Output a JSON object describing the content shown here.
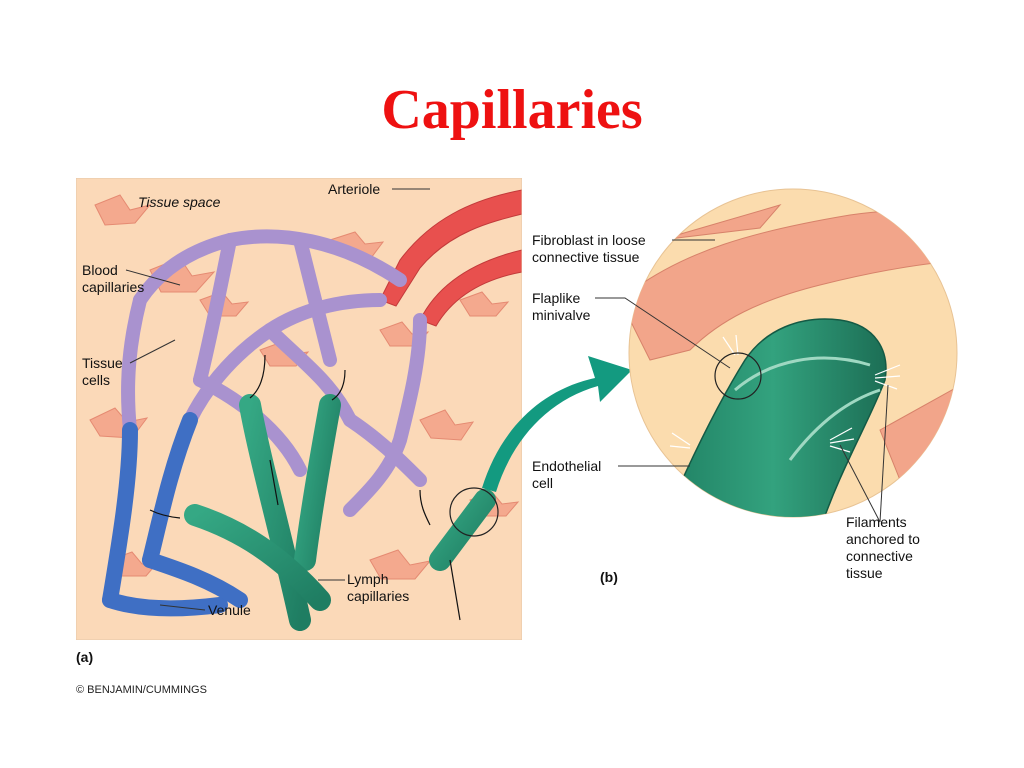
{
  "title": "Capillaries",
  "panel_a": {
    "labels": {
      "tissue_space": "Tissue space",
      "arteriole": "Arteriole",
      "blood_capillaries_1": "Blood",
      "blood_capillaries_2": "capillaries",
      "tissue_cells_1": "Tissue",
      "tissue_cells_2": "cells",
      "lymph_capillaries_1": "Lymph",
      "lymph_capillaries_2": "capillaries",
      "venule": "Venule",
      "panel_tag": "(a)"
    }
  },
  "panel_b": {
    "labels": {
      "fibroblast_1": "Fibroblast in loose",
      "fibroblast_2": "connective tissue",
      "flaplike_1": "Flaplike",
      "flaplike_2": "minivalve",
      "endothelial_1": "Endothelial",
      "endothelial_2": "cell",
      "filaments_1": "Filaments",
      "filaments_2": "anchored to",
      "filaments_3": "connective",
      "filaments_4": "tissue",
      "panel_tag": "(b)"
    }
  },
  "credit": "© BENJAMIN/CUMMINGS",
  "colors": {
    "title": "#ee1111",
    "tissue_bg": "#fbd9b8",
    "arteriole": "#e8504e",
    "blood_capillary": "#a992cf",
    "venule": "#3f6fc4",
    "lymph": "#2f9a78",
    "arrow": "#139a80"
  }
}
